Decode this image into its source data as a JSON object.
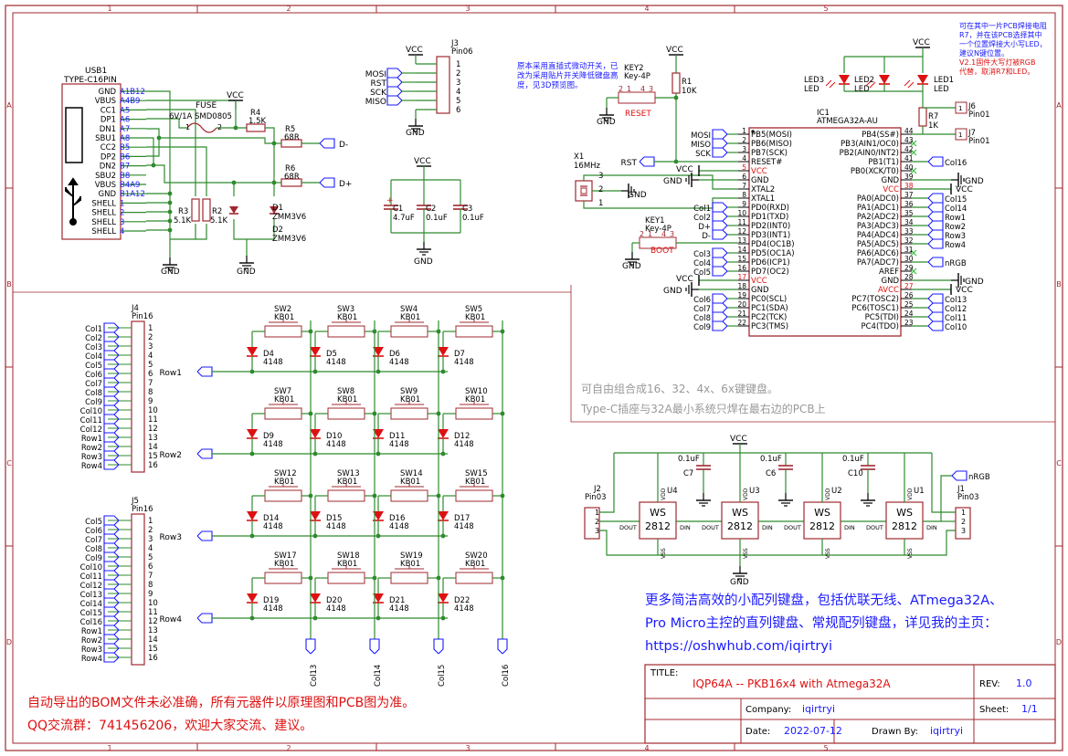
{
  "frame": {
    "cols": [
      "1",
      "2",
      "3",
      "4",
      "5"
    ],
    "rows": [
      "A",
      "B",
      "C",
      "D"
    ]
  },
  "usb": {
    "ref": "USB1",
    "part": "TYPE-C16PIN",
    "pins_left": [
      "GND",
      "VBUS",
      "CC1",
      "DP1",
      "DN1",
      "SBU1",
      "CC2",
      "DP2",
      "DN2",
      "SBU2",
      "VBUS",
      "GND",
      "SHELL",
      "SHELL",
      "SHELL",
      "SHELL"
    ],
    "pins_right": [
      "A1B12",
      "A4B9",
      "A5",
      "A6",
      "A7",
      "A8",
      "B5",
      "B6",
      "B7",
      "B8",
      "B4A9",
      "B1A12",
      "1",
      "2",
      "3",
      "4"
    ]
  },
  "fuse": {
    "label": "FUSE",
    "value": "6V/1A SMD0805",
    "p1": "1",
    "p2": "2"
  },
  "vcc": "VCC",
  "gnd": "GND",
  "r4": {
    "ref": "R4",
    "value": "1.5K"
  },
  "r5": {
    "ref": "R5",
    "value": "68R",
    "net": "D-"
  },
  "r6": {
    "ref": "R6",
    "value": "68R",
    "net": "D+"
  },
  "r3": {
    "ref": "R3",
    "value": "5.1K"
  },
  "r2": {
    "ref": "R2",
    "value": "5.1K"
  },
  "d1": {
    "ref": "D1",
    "value": "ZMM3V6"
  },
  "d2": {
    "ref": "D2",
    "value": "ZMM3V6"
  },
  "j3": {
    "ref": "J3",
    "part": "Pin06",
    "nets": [
      "MOSI",
      "RST",
      "SCK",
      "MISO"
    ],
    "pins": [
      "1",
      "2",
      "3",
      "4",
      "5",
      "6"
    ]
  },
  "caps_top": [
    {
      "ref": "C1",
      "value": "4.7uF"
    },
    {
      "ref": "C2",
      "value": "0.1uF"
    },
    {
      "ref": "C3",
      "value": "0.1uF"
    }
  ],
  "note_switch": "原本采用直插式微动开关，已改为采用贴片开关降低键盘高度，见3D预览图。",
  "key2": {
    "ref": "KEY2",
    "part": "Key-4P",
    "label": "RESET",
    "pins": [
      "2",
      "1",
      "4",
      "3"
    ]
  },
  "key1": {
    "ref": "KEY1",
    "part": "Key-4P",
    "label": "BOOT",
    "pins": [
      "2",
      "1",
      "4",
      "3"
    ]
  },
  "r1": {
    "ref": "R1",
    "value": "10K"
  },
  "x1": {
    "ref": "X1",
    "value": "16MHz",
    "pins": [
      "3",
      "2",
      "1"
    ]
  },
  "rst_net": "RST",
  "ic": {
    "ref": "IC1",
    "part": "ATMEGA32A-AU",
    "left": [
      {
        "num": "1",
        "name": "PB5(MOSI)",
        "net": "MOSI"
      },
      {
        "num": "2",
        "name": "PB6(MISO)",
        "net": "MISO"
      },
      {
        "num": "3",
        "name": "PB7(SCK)",
        "net": "SCK"
      },
      {
        "num": "4",
        "name": "RESET#",
        "net": ""
      },
      {
        "num": "5",
        "name": "VCC",
        "net": "VCC"
      },
      {
        "num": "6",
        "name": "GND",
        "net": "GND"
      },
      {
        "num": "7",
        "name": "XTAL2",
        "net": ""
      },
      {
        "num": "8",
        "name": "XTAL1",
        "net": ""
      },
      {
        "num": "9",
        "name": "PD0(RXD)",
        "net": "Col1"
      },
      {
        "num": "10",
        "name": "PD1(TXD)",
        "net": "Col2"
      },
      {
        "num": "11",
        "name": "PD2(INT0)",
        "net": "D+"
      },
      {
        "num": "12",
        "name": "PD3(INT1)",
        "net": "D-"
      },
      {
        "num": "13",
        "name": "PD4(OC1B)",
        "net": ""
      },
      {
        "num": "14",
        "name": "PD5(OC1A)",
        "net": "Col3"
      },
      {
        "num": "15",
        "name": "PD6(ICP1)",
        "net": "Col4"
      },
      {
        "num": "16",
        "name": "PD7(OC2)",
        "net": "Col5"
      },
      {
        "num": "17",
        "name": "VCC",
        "net": "VCC"
      },
      {
        "num": "18",
        "name": "GND",
        "net": "GND"
      },
      {
        "num": "19",
        "name": "PC0(SCL)",
        "net": "Col6"
      },
      {
        "num": "20",
        "name": "PC1(SDA)",
        "net": "Col7"
      },
      {
        "num": "21",
        "name": "PC2(TCK)",
        "net": "Col8"
      },
      {
        "num": "22",
        "name": "PC3(TMS)",
        "net": "Col9"
      }
    ],
    "right": [
      {
        "num": "44",
        "name": "PB4(SS#)",
        "net": ""
      },
      {
        "num": "43",
        "name": "PB3(AIN1/OC0)",
        "net": ""
      },
      {
        "num": "42",
        "name": "PB2(AIN0/INT2)",
        "net": ""
      },
      {
        "num": "41",
        "name": "PB1(T1)",
        "net": "Col16"
      },
      {
        "num": "40",
        "name": "PB0(XCK/T0)",
        "net": ""
      },
      {
        "num": "39",
        "name": "GND",
        "net": "GND"
      },
      {
        "num": "38",
        "name": "VCC",
        "net": "VCC"
      },
      {
        "num": "37",
        "name": "PA0(ADC0)",
        "net": "Col15"
      },
      {
        "num": "36",
        "name": "PA1(ADC1)",
        "net": "Col14"
      },
      {
        "num": "35",
        "name": "PA2(ADC2)",
        "net": "Row1"
      },
      {
        "num": "34",
        "name": "PA3(ADC3)",
        "net": "Row2"
      },
      {
        "num": "33",
        "name": "PA4(ADC4)",
        "net": "Row3"
      },
      {
        "num": "32",
        "name": "PA5(ADC5)",
        "net": "Row4"
      },
      {
        "num": "31",
        "name": "PA6(ADC6)",
        "net": ""
      },
      {
        "num": "30",
        "name": "PA7(ADC7)",
        "net": "nRGB"
      },
      {
        "num": "29",
        "name": "AREF",
        "net": ""
      },
      {
        "num": "28",
        "name": "GND",
        "net": "GND"
      },
      {
        "num": "27",
        "name": "AVCC",
        "net": "VCC"
      },
      {
        "num": "26",
        "name": "PC7(TOSC2)",
        "net": "Col13"
      },
      {
        "num": "25",
        "name": "PC6(TOSC1)",
        "net": "Col12"
      },
      {
        "num": "24",
        "name": "PC5(TDI)",
        "net": "Col11"
      },
      {
        "num": "23",
        "name": "PC4(TDO)",
        "net": "Col10"
      }
    ]
  },
  "leds": [
    {
      "ref": "LED3",
      "part": "LED"
    },
    {
      "ref": "LED2",
      "part": "LED"
    },
    {
      "ref": "LED1",
      "part": "LED"
    }
  ],
  "r7": {
    "ref": "R7",
    "value": "1K"
  },
  "j6": {
    "ref": "J6",
    "part": "Pin01",
    "pin": "1"
  },
  "j7": {
    "ref": "J7",
    "part": "Pin01",
    "pin": "1"
  },
  "note_led": "可在其中一片PCB焊接电阻R7，并在该PCB选择其中一个位置焊接大小写LED，建议N键位置。",
  "note_led_red": "V2.1固件大写灯被RGB代替，取消R7和LED。",
  "j4": {
    "ref": "J4",
    "part": "Pin16",
    "nets": [
      "Col1",
      "Col2",
      "Col3",
      "Col4",
      "Col5",
      "Col6",
      "Col7",
      "Col8",
      "Col9",
      "Col10",
      "Col11",
      "Col12",
      "Row1",
      "Row2",
      "Row3",
      "Row4"
    ]
  },
  "j5": {
    "ref": "J5",
    "part": "Pin16",
    "nets": [
      "Col5",
      "Col6",
      "Col7",
      "Col8",
      "Col9",
      "Col10",
      "Col11",
      "Col12",
      "Col13",
      "Col14",
      "Col15",
      "Col16",
      "Row1",
      "Row2",
      "Row3",
      "Row4"
    ]
  },
  "pin_nums": [
    "1",
    "2",
    "3",
    "4",
    "5",
    "6",
    "7",
    "8",
    "9",
    "10",
    "11",
    "12",
    "13",
    "14",
    "15",
    "16"
  ],
  "matrix": {
    "rows": [
      "Row1",
      "Row2",
      "Row3",
      "Row4"
    ],
    "cols": [
      "Col13",
      "Col14",
      "Col15",
      "Col16"
    ],
    "switches": [
      [
        "SW2",
        "SW3",
        "SW4",
        "SW5"
      ],
      [
        "SW7",
        "SW8",
        "SW9",
        "SW10"
      ],
      [
        "SW12",
        "SW13",
        "SW14",
        "SW15"
      ],
      [
        "SW17",
        "SW18",
        "SW19",
        "SW20"
      ]
    ],
    "diodes": [
      [
        "D4",
        "D5",
        "D6",
        "D7"
      ],
      [
        "D9",
        "D10",
        "D11",
        "D12"
      ],
      [
        "D14",
        "D15",
        "D16",
        "D17"
      ],
      [
        "D19",
        "D20",
        "D21",
        "D22"
      ]
    ],
    "sw_part": "KB01",
    "diode_part": "4148"
  },
  "note_combo": "可自由组合成16、32、4x、6x键键盘。",
  "note_typec": "Type-C插座与32A最小系统只焊在最右边的PCB上",
  "rgb": {
    "chips": [
      {
        "ref": "U4",
        "cap": "C7"
      },
      {
        "ref": "U3",
        "cap": "C6"
      },
      {
        "ref": "U2",
        "cap": "C10"
      },
      {
        "ref": "U1",
        "cap": ""
      }
    ],
    "part": "WS",
    "part2": "2812",
    "cap_value": "0.1uF",
    "pin_labels": {
      "vdd": "VDD",
      "vss": "VSS",
      "dout": "DOUT",
      "din": "DIN"
    },
    "j2": {
      "ref": "J2",
      "part": "Pin03"
    },
    "j1": {
      "ref": "J1",
      "part": "Pin03"
    },
    "net": "nRGB"
  },
  "promo": [
    "更多简洁高效的小配列键盘，包括优联无线、ATmega32A、",
    "Pro Micro主控的直列键盘、常规配列键盘，详见我的主页：",
    "https://oshwhub.com/iqirtryi"
  ],
  "bottom_notes": [
    "自动导出的BOM文件未必准确，所有元器件以原理图和PCB图为准。",
    "QQ交流群：741456206，欢迎大家交流、建议。"
  ],
  "titleblock": {
    "title_label": "TITLE:",
    "title": "IQP64A -- PKB16x4 with Atmega32A",
    "rev_label": "REV:",
    "rev": "1.0",
    "company_label": "Company:",
    "company": "iqirtryi",
    "sheet_label": "Sheet:",
    "sheet": "1/1",
    "date_label": "Date:",
    "date": "2022-07-12",
    "drawn_label": "Drawn By:",
    "drawn": "iqirtryi"
  }
}
